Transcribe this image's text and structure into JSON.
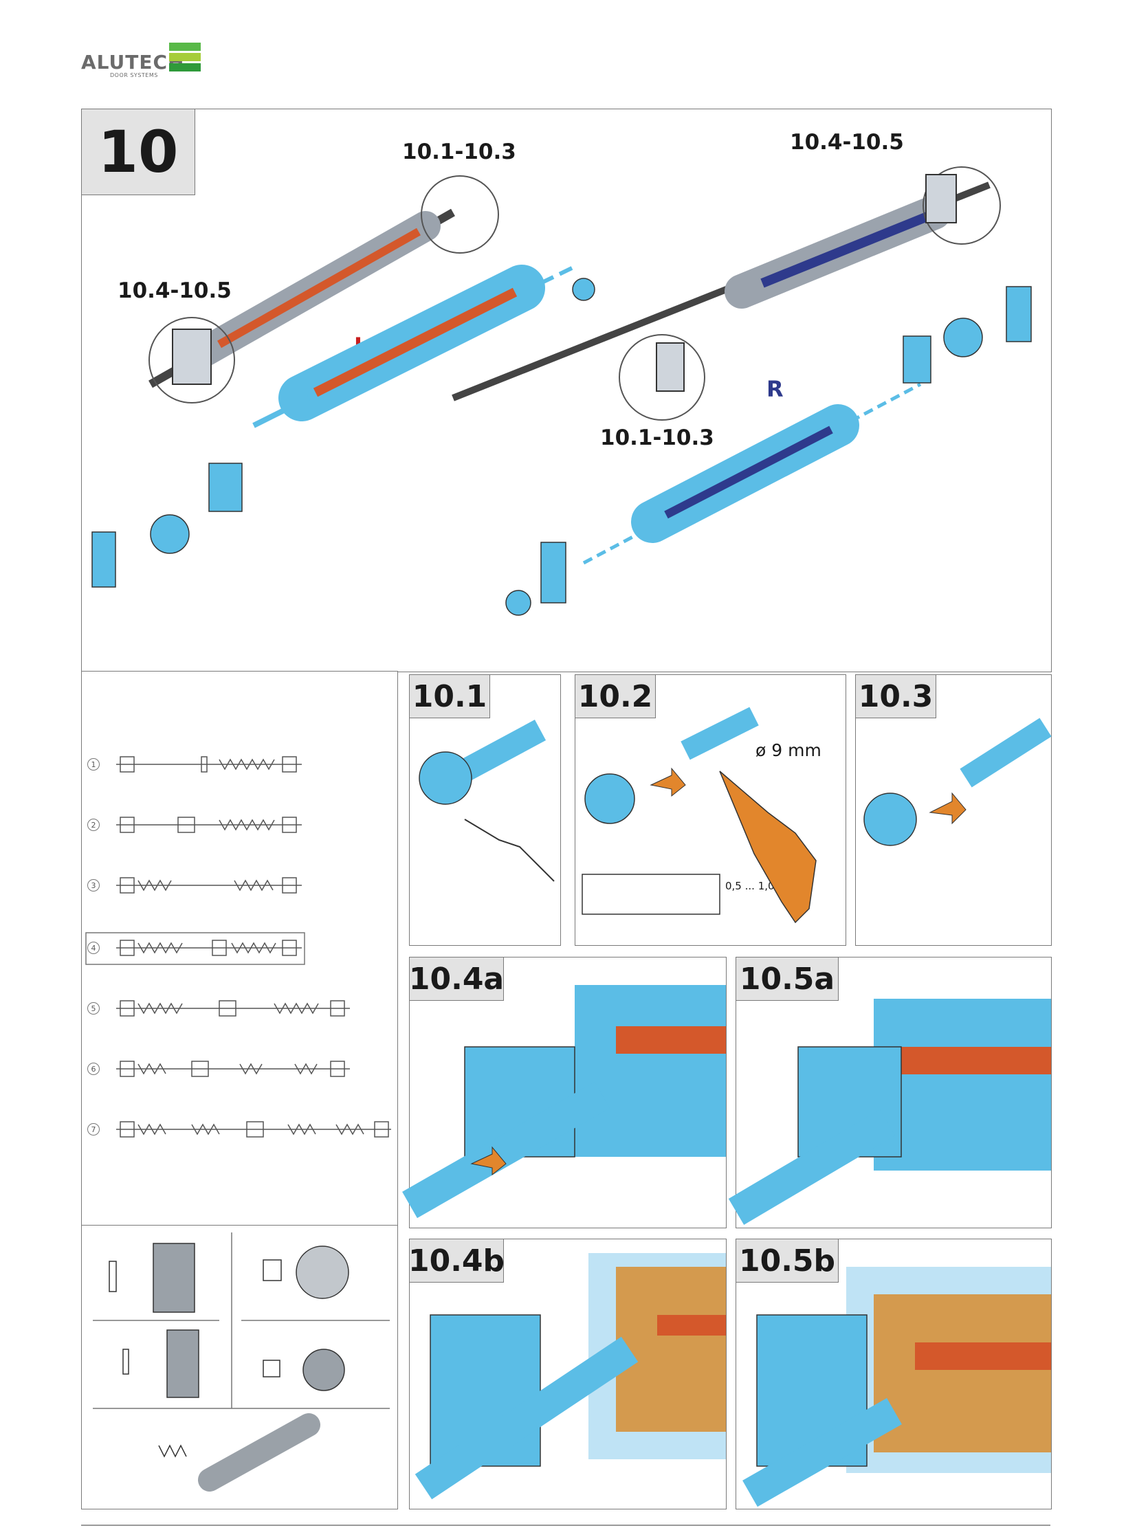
{
  "header": {
    "brand": "ALUTECH",
    "brand_sub": "DOOR SYSTEMS",
    "logo_colors": [
      "#58b947",
      "#a6cd39",
      "#2f9a3a"
    ]
  },
  "main_panel": {
    "step_number": "10",
    "labels": {
      "left_top": "10.1-10.3",
      "left_mid": "10.4-10.5",
      "right_top": "10.4-10.5",
      "right_bottom": "10.1-10.3",
      "left_side": "L",
      "right_side": "R"
    },
    "colors": {
      "left": "#c81e1e",
      "right": "#2e3a8c",
      "blue": "#5bbde6",
      "orange": "#e2622c"
    }
  },
  "config_panel": {
    "rows": [
      {
        "num": "1"
      },
      {
        "num": "2"
      },
      {
        "num": "3"
      },
      {
        "num": "4"
      },
      {
        "num": "5"
      },
      {
        "num": "6"
      },
      {
        "num": "7"
      }
    ],
    "highlighted": "4"
  },
  "steps": [
    {
      "id": "10.1",
      "label": "10.1"
    },
    {
      "id": "10.2",
      "label": "10.2",
      "drill_label": "ø 9 mm",
      "depth_label": "0,5 ... 1,0 mm"
    },
    {
      "id": "10.3",
      "label": "10.3"
    },
    {
      "id": "10.4a",
      "label": "10.4a"
    },
    {
      "id": "10.5a",
      "label": "10.5a"
    },
    {
      "id": "10.4b",
      "label": "10.4b"
    },
    {
      "id": "10.5b",
      "label": "10.5b"
    }
  ]
}
